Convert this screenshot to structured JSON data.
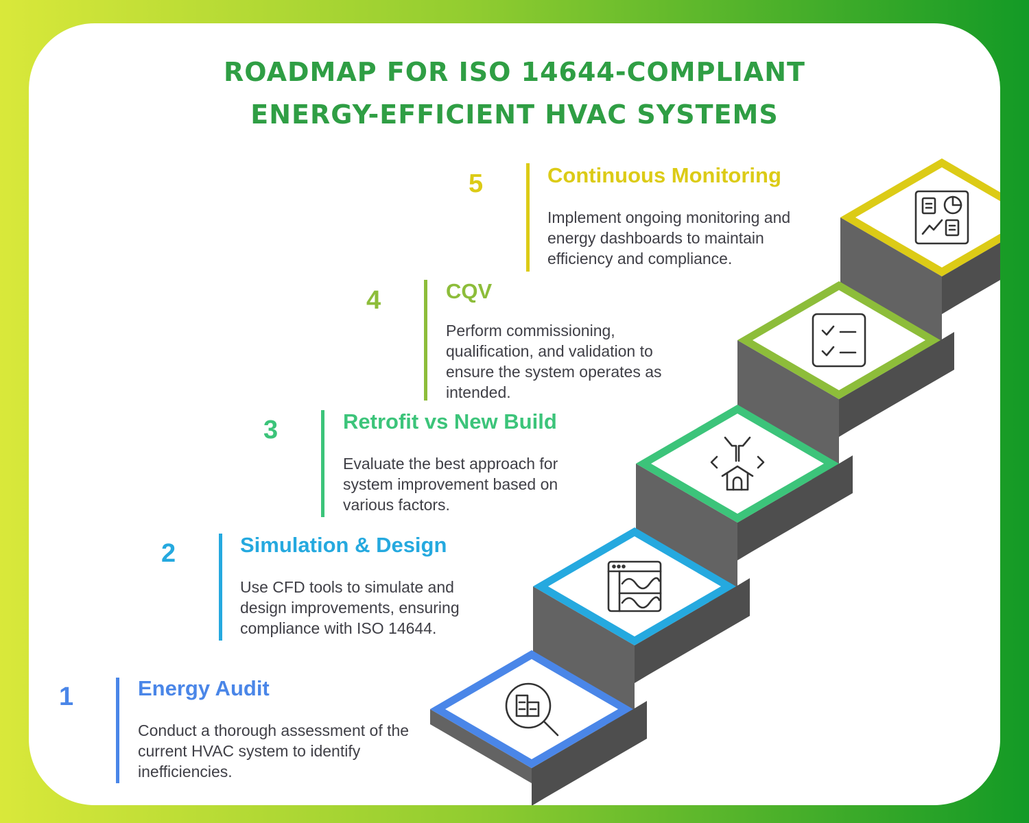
{
  "title": {
    "line1": "ROADMAP FOR ISO 14644-COMPLIANT",
    "line2": "ENERGY-EFFICIENT HVAC SYSTEMS"
  },
  "steps": [
    {
      "number": "1",
      "title": "Energy Audit",
      "description": "Conduct a thorough assessment of the current HVAC system to identify inefficiencies.",
      "color": "#4a86e8",
      "icon": "building-search-icon"
    },
    {
      "number": "2",
      "title": "Simulation & Design",
      "description": "Use CFD tools to simulate and design improvements, ensuring compliance with ISO 14644.",
      "color": "#25a9df",
      "icon": "simulation-window-icon"
    },
    {
      "number": "3",
      "title": "Retrofit vs New Build",
      "description": "Evaluate the best approach for system improvement based on various factors.",
      "color": "#3cc47a",
      "icon": "house-decision-icon"
    },
    {
      "number": "4",
      "title": "CQV",
      "description": "Perform commissioning, qualification, and validation to ensure the system operates as intended.",
      "color": "#8dbd3a",
      "icon": "checklist-icon"
    },
    {
      "number": "5",
      "title": "Continuous Monitoring",
      "description": "Implement ongoing monitoring and energy dashboards to maintain efficiency and compliance.",
      "color": "#dccb16",
      "icon": "dashboard-icon"
    }
  ]
}
